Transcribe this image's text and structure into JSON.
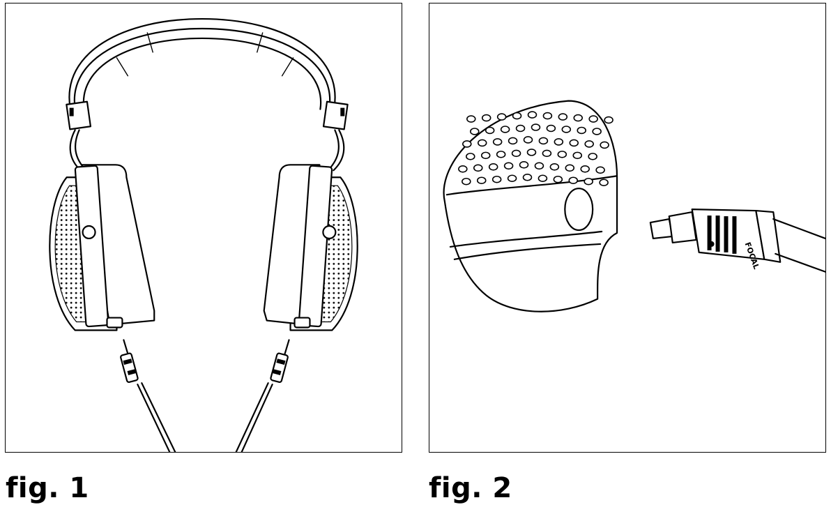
{
  "figures": [
    {
      "caption": "fig. 1",
      "subject": "headphones-with-cables"
    },
    {
      "caption": "fig. 2",
      "subject": "earcup-jack-connection"
    }
  ],
  "jack_brand": "FOCAL"
}
